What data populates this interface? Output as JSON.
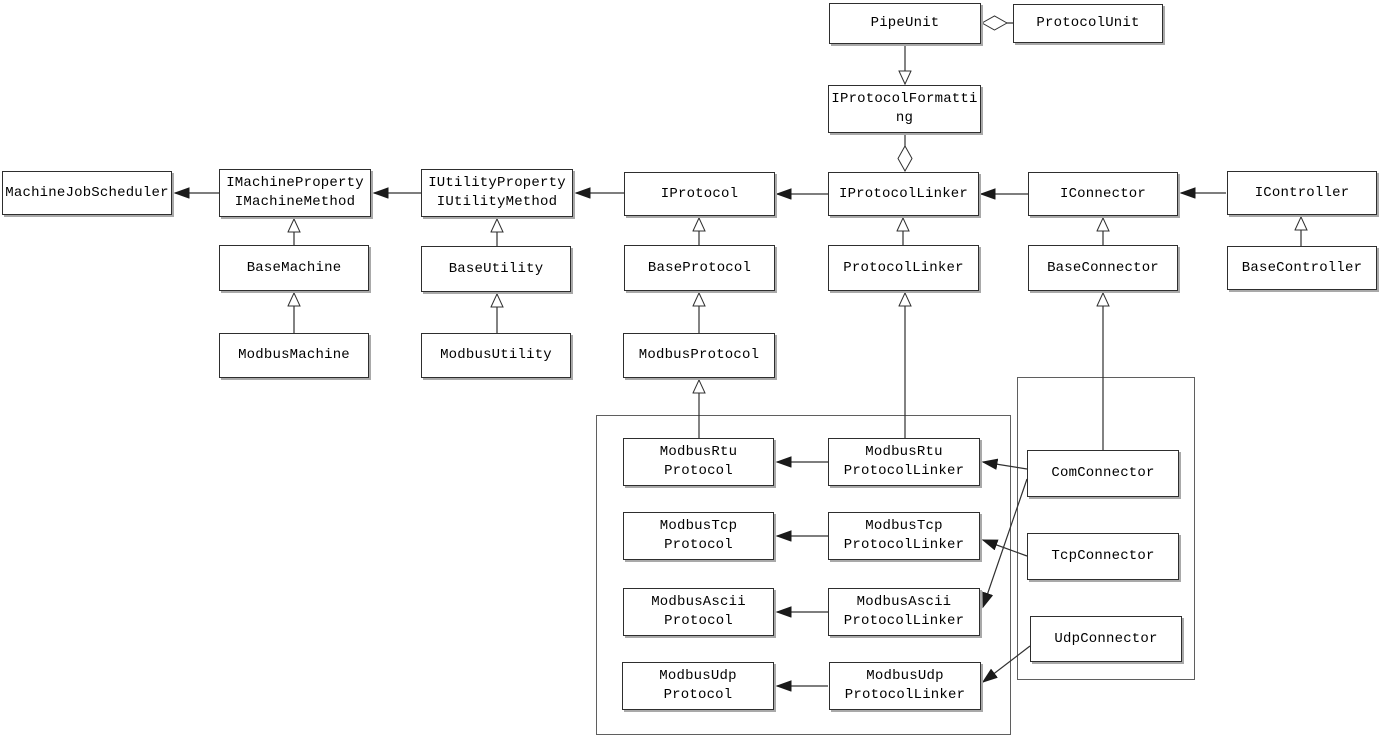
{
  "diagram": {
    "kind": "uml-class-diagram",
    "colors": {
      "background": "#ffffff",
      "line": "#303030",
      "box_border": "#2e2e2e",
      "box_shadow": "#a9a9a9",
      "text": "#000000"
    },
    "nodes": [
      {
        "id": "pipe-unit",
        "label": "PipeUnit"
      },
      {
        "id": "protocol-unit",
        "label": "ProtocolUnit"
      },
      {
        "id": "iprotocol-formatting",
        "label": "IProtocolFormatti\nng"
      },
      {
        "id": "machine-job-scheduler",
        "label": "MachineJobScheduler"
      },
      {
        "id": "imachine",
        "label": "IMachineProperty\nIMachineMethod"
      },
      {
        "id": "iutility",
        "label": "IUtilityProperty\nIUtilityMethod"
      },
      {
        "id": "iprotocol",
        "label": "IProtocol"
      },
      {
        "id": "iprotocol-linker",
        "label": "IProtocolLinker"
      },
      {
        "id": "iconnector",
        "label": "IConnector"
      },
      {
        "id": "icontroller",
        "label": "IController"
      },
      {
        "id": "base-machine",
        "label": "BaseMachine"
      },
      {
        "id": "base-utility",
        "label": "BaseUtility"
      },
      {
        "id": "base-protocol",
        "label": "BaseProtocol"
      },
      {
        "id": "protocol-linker",
        "label": "ProtocolLinker"
      },
      {
        "id": "base-connector",
        "label": "BaseConnector"
      },
      {
        "id": "base-controller",
        "label": "BaseController"
      },
      {
        "id": "modbus-machine",
        "label": "ModbusMachine"
      },
      {
        "id": "modbus-utility",
        "label": "ModbusUtility"
      },
      {
        "id": "modbus-protocol",
        "label": "ModbusProtocol"
      },
      {
        "id": "modbus-rtu-protocol",
        "label": "ModbusRtu\nProtocol"
      },
      {
        "id": "modbus-tcp-protocol",
        "label": "ModbusTcp\nProtocol"
      },
      {
        "id": "modbus-ascii-protocol",
        "label": "ModbusAscii\nProtocol"
      },
      {
        "id": "modbus-udp-protocol",
        "label": "ModbusUdp\nProtocol"
      },
      {
        "id": "modbus-rtu-protocol-linker",
        "label": "ModbusRtu\nProtocolLinker"
      },
      {
        "id": "modbus-tcp-protocol-linker",
        "label": "ModbusTcp\nProtocolLinker"
      },
      {
        "id": "modbus-ascii-protocol-linker",
        "label": "ModbusAscii\nProtocolLinker"
      },
      {
        "id": "modbus-udp-protocol-linker",
        "label": "ModbusUdp\nProtocolLinker"
      },
      {
        "id": "com-connector",
        "label": "ComConnector"
      },
      {
        "id": "tcp-connector",
        "label": "TcpConnector"
      },
      {
        "id": "udp-connector",
        "label": "UdpConnector"
      }
    ],
    "edges": [
      {
        "from": "pipe-unit",
        "to": "iprotocol-formatting",
        "type": "inheritance"
      },
      {
        "from": "protocol-unit",
        "to": "pipe-unit",
        "type": "aggregation"
      },
      {
        "from": "iprotocol-formatting",
        "to": "iprotocol-linker",
        "type": "aggregation"
      },
      {
        "from": "imachine",
        "to": "machine-job-scheduler",
        "type": "association"
      },
      {
        "from": "iutility",
        "to": "imachine",
        "type": "association"
      },
      {
        "from": "iprotocol",
        "to": "iutility",
        "type": "association"
      },
      {
        "from": "iprotocol-linker",
        "to": "iprotocol",
        "type": "association"
      },
      {
        "from": "iconnector",
        "to": "iprotocol-linker",
        "type": "association"
      },
      {
        "from": "icontroller",
        "to": "iconnector",
        "type": "association"
      },
      {
        "from": "base-machine",
        "to": "imachine",
        "type": "inheritance"
      },
      {
        "from": "modbus-machine",
        "to": "base-machine",
        "type": "inheritance"
      },
      {
        "from": "base-utility",
        "to": "iutility",
        "type": "inheritance"
      },
      {
        "from": "modbus-utility",
        "to": "base-utility",
        "type": "inheritance"
      },
      {
        "from": "base-protocol",
        "to": "iprotocol",
        "type": "inheritance"
      },
      {
        "from": "modbus-protocol",
        "to": "base-protocol",
        "type": "inheritance"
      },
      {
        "from": "modbus-rtu-protocol",
        "to": "modbus-protocol",
        "type": "inheritance"
      },
      {
        "from": "protocol-linker",
        "to": "iprotocol-linker",
        "type": "inheritance"
      },
      {
        "from": "modbus-rtu-protocol-linker",
        "to": "protocol-linker",
        "type": "inheritance"
      },
      {
        "from": "base-connector",
        "to": "iconnector",
        "type": "inheritance"
      },
      {
        "from": "com-connector",
        "to": "base-connector",
        "type": "inheritance"
      },
      {
        "from": "base-controller",
        "to": "icontroller",
        "type": "inheritance"
      },
      {
        "from": "modbus-rtu-protocol-linker",
        "to": "modbus-rtu-protocol",
        "type": "association"
      },
      {
        "from": "modbus-tcp-protocol-linker",
        "to": "modbus-tcp-protocol",
        "type": "association"
      },
      {
        "from": "modbus-ascii-protocol-linker",
        "to": "modbus-ascii-protocol",
        "type": "association"
      },
      {
        "from": "modbus-udp-protocol-linker",
        "to": "modbus-udp-protocol",
        "type": "association"
      },
      {
        "from": "com-connector",
        "to": "modbus-rtu-protocol-linker",
        "type": "association"
      },
      {
        "from": "com-connector",
        "to": "modbus-ascii-protocol-linker",
        "type": "association"
      },
      {
        "from": "tcp-connector",
        "to": "modbus-tcp-protocol-linker",
        "type": "association"
      },
      {
        "from": "udp-connector",
        "to": "modbus-udp-protocol-linker",
        "type": "association"
      }
    ],
    "groups": [
      {
        "id": "modbus-protocol-group"
      },
      {
        "id": "connector-group"
      }
    ]
  }
}
